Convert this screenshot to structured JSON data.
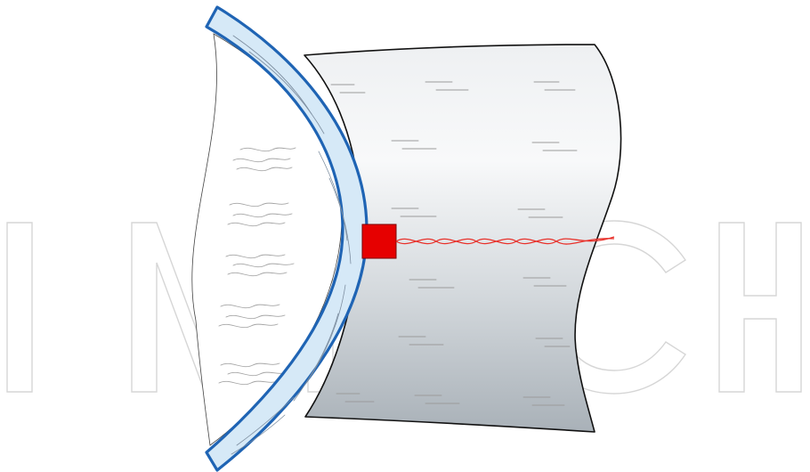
{
  "diagram": {
    "watermark": "INTECH",
    "colors": {
      "background": "#ffffff",
      "pipe_fill_light": "#f7f8f9",
      "pipe_fill_dark": "#a9b1b8",
      "pipe_outline": "#111111",
      "tube_fill": "#d6e9f7",
      "tube_outline": "#1f64b4",
      "sensor": "#e60000",
      "wire": "#e8312a",
      "watermark": "#d6d6d6"
    },
    "components": [
      {
        "name": "curved-tube-wall",
        "color": "#1f64b4"
      },
      {
        "name": "pipe-section",
        "color": "#a9b1b8"
      },
      {
        "name": "sensor-block",
        "color": "#e60000"
      },
      {
        "name": "twisted-pair-wire",
        "color": "#e8312a"
      }
    ]
  }
}
